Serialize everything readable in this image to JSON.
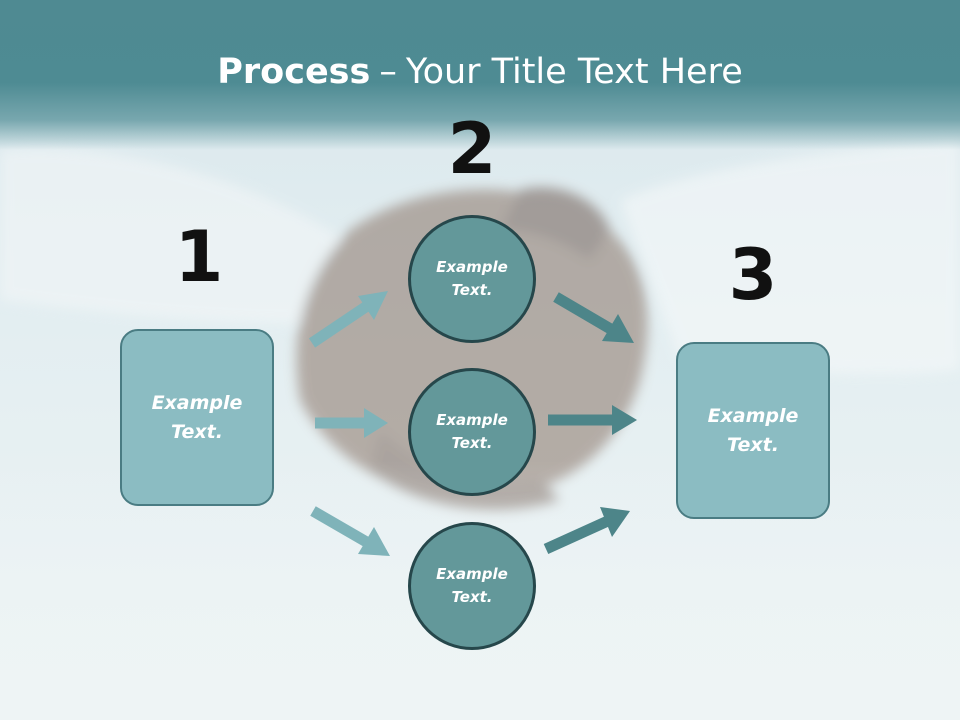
{
  "title": {
    "bold": "Process",
    "separator": "–",
    "rest": "Your Title Text Here"
  },
  "steps": {
    "one": "1",
    "two": "2",
    "three": "3"
  },
  "left_box": {
    "text_line1": "Example",
    "text_line2": "Text."
  },
  "right_box": {
    "text_line1": "Example",
    "text_line2": "Text."
  },
  "circles": [
    {
      "text_line1": "Example",
      "text_line2": "Text."
    },
    {
      "text_line1": "Example",
      "text_line2": "Text."
    },
    {
      "text_line1": "Example",
      "text_line2": "Text."
    }
  ],
  "colors": {
    "header": "#4f8a92",
    "box_fill": "#8bbcc2",
    "circle_fill": "#63989a",
    "arrow_in": "#7fb3b9",
    "arrow_out": "#4d8589"
  },
  "background": "handshake-photo"
}
